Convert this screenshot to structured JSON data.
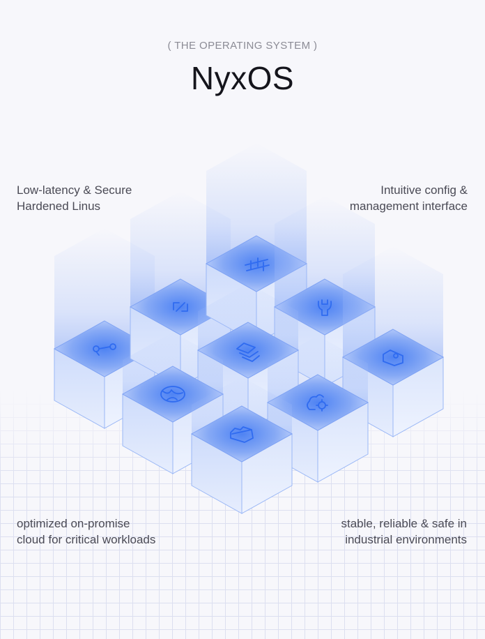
{
  "header": {
    "eyebrow": "( THE OPERATING SYSTEM )",
    "title": "NyxOS"
  },
  "features": {
    "top_left": {
      "line1": "Low-latency & Secure",
      "line2": "Hardened Linus"
    },
    "top_right": {
      "line1": "Intuitive config &",
      "line2": "management interface"
    },
    "bottom_left": {
      "line1": "optimized on-promise",
      "line2": "cloud for critical workloads"
    },
    "bottom_right": {
      "line1": "stable, reliable & safe in",
      "line2": "industrial environments"
    }
  },
  "cubes": [
    {
      "icon": "branch-icon"
    },
    {
      "icon": "resize-icon"
    },
    {
      "icon": "sliders-icon"
    },
    {
      "icon": "wrench-icon"
    },
    {
      "icon": "stack-icon"
    },
    {
      "icon": "tag-icon"
    },
    {
      "icon": "globe-icon"
    },
    {
      "icon": "cloud-settings-icon"
    },
    {
      "icon": "folder-icon"
    }
  ],
  "colors": {
    "accent": "#2f6bf0",
    "background": "#f7f7fb",
    "grid": "#dcdff0",
    "title": "#15151c"
  }
}
